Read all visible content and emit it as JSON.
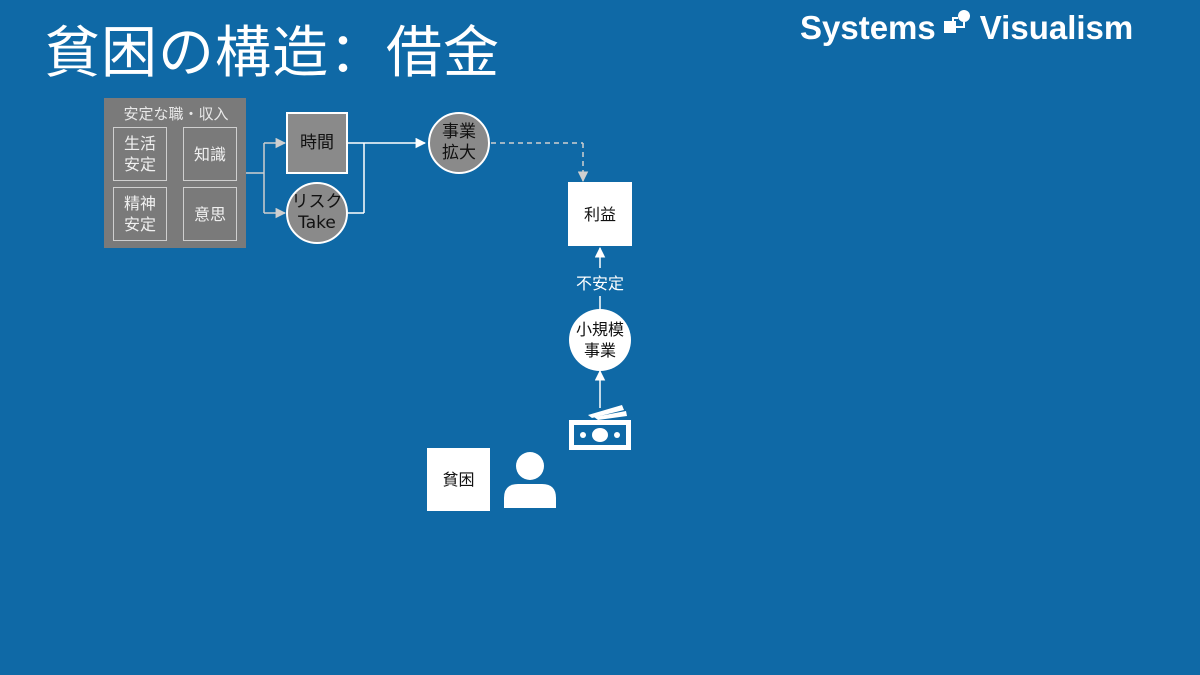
{
  "header": {
    "title": "貧困の構造：借金",
    "brand_left": "Systems",
    "brand_right": "Visualism"
  },
  "panel": {
    "title": "安定な職・収入",
    "cells": [
      "生活\n安定",
      "知識",
      "精神\n安定",
      "意思"
    ]
  },
  "nodes": {
    "time": "時間",
    "risk": "リスク\nTake",
    "expand": "事業\n拡大",
    "profit": "利益",
    "unstable": "不安定",
    "small_biz": "小規模\n事業",
    "poverty": "貧困"
  },
  "icons": {
    "money": "money-icon",
    "person": "person-icon",
    "logo": "logo-icon"
  },
  "colors": {
    "background": "#0f69a6",
    "panel": "#7a7a7a",
    "node_grey": "#8a8a8a",
    "white": "#ffffff"
  }
}
